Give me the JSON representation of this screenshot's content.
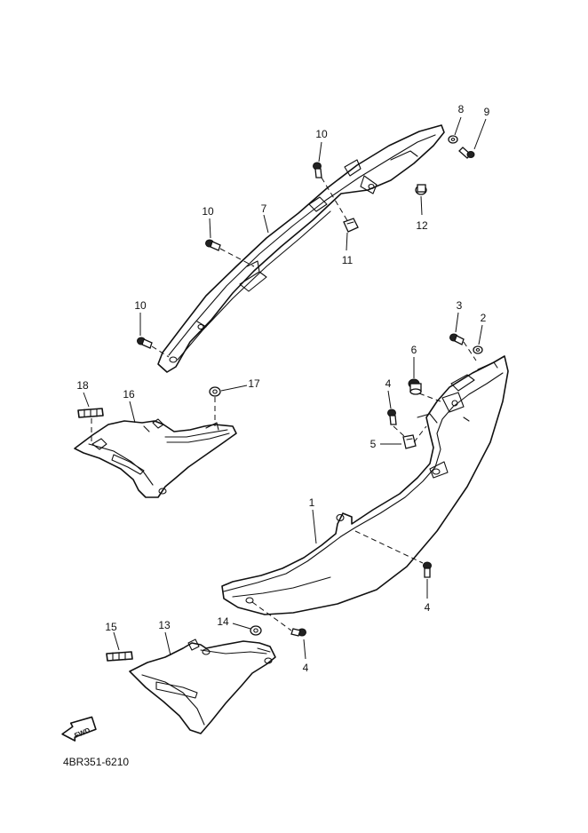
{
  "diagram_code": "4BR351-6210",
  "direction_arrow_label": "FWD",
  "callouts": {
    "p1": "1",
    "p2": "2",
    "p3": "3",
    "p4a": "4",
    "p4b": "4",
    "p4c": "4",
    "p5": "5",
    "p6": "6",
    "p7": "7",
    "p8": "8",
    "p9": "9",
    "p10a": "10",
    "p10b": "10",
    "p10c": "10",
    "p11": "11",
    "p12": "12",
    "p13": "13",
    "p14": "14",
    "p15": "15",
    "p16": "16",
    "p17": "17",
    "p18": "18"
  }
}
